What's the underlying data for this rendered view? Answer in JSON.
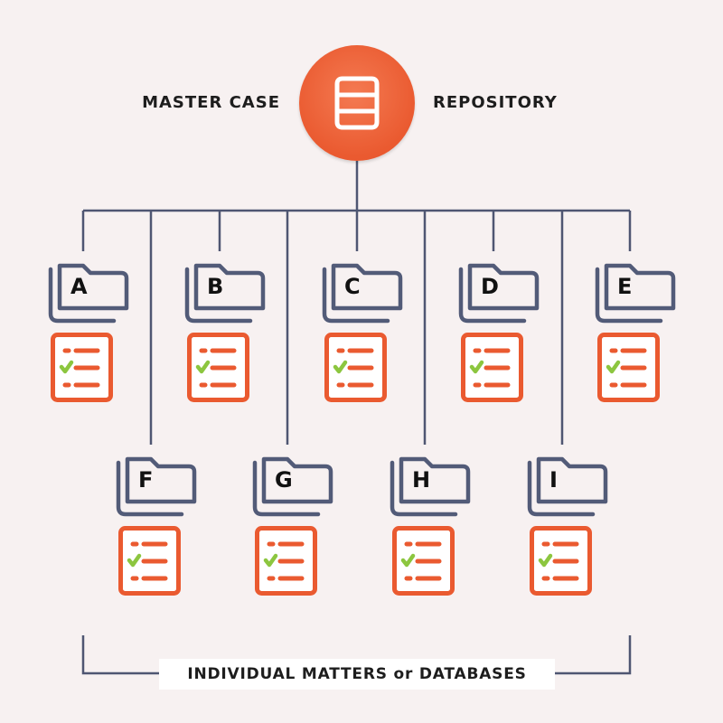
{
  "header": {
    "left": "MASTER CASE",
    "right": "REPOSITORY"
  },
  "hub": {
    "icon": "database-icon",
    "color": "#ea5a30"
  },
  "folders": {
    "row1": [
      {
        "label": "A"
      },
      {
        "label": "B"
      },
      {
        "label": "C"
      },
      {
        "label": "D"
      },
      {
        "label": "E"
      }
    ],
    "row2": [
      {
        "label": "F"
      },
      {
        "label": "G"
      },
      {
        "label": "H"
      },
      {
        "label": "I"
      }
    ]
  },
  "doc_icon": "checklist-icon",
  "colors": {
    "line": "#4f5672",
    "folder": "#525b78",
    "accent": "#ea5a30",
    "check": "#8cc63f"
  },
  "footer": {
    "label": "INDIVIDUAL MATTERS or DATABASES"
  }
}
